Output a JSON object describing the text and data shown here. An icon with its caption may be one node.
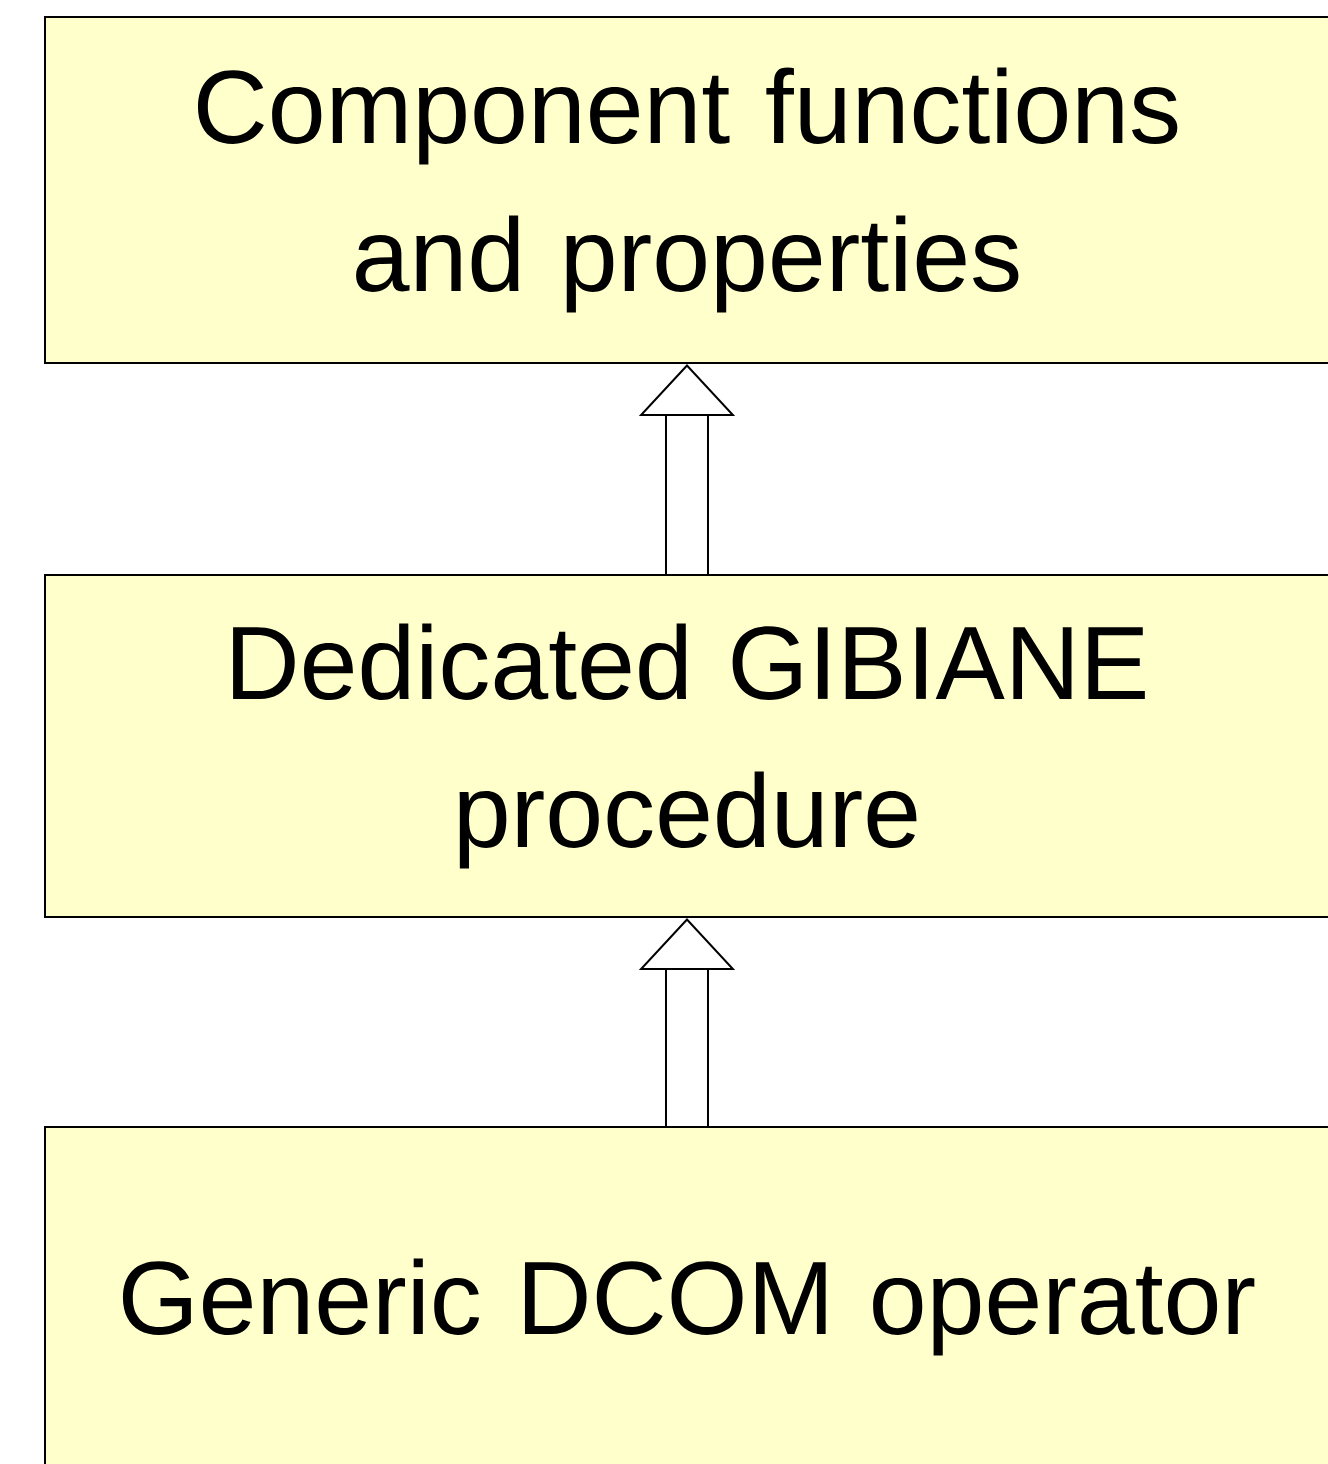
{
  "diagram": {
    "nodes": [
      {
        "text": [
          "Component functions and properties"
        ]
      },
      {
        "text": [
          "Dedicated GIBIANE procedure"
        ]
      },
      {
        "text": [
          "Generic DCOM operator"
        ]
      }
    ],
    "edges": [
      {
        "from": 1,
        "to": 0,
        "arrow": "to"
      },
      {
        "from": 2,
        "to": 1,
        "arrow": "to"
      }
    ]
  }
}
